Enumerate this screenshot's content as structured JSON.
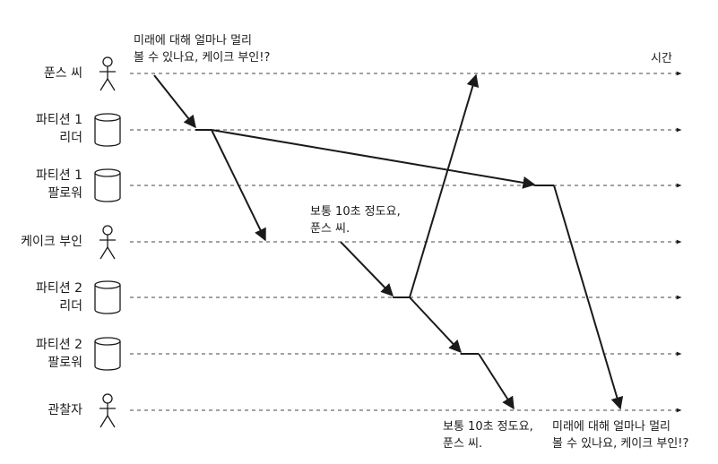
{
  "lanes": [
    {
      "id": "puns",
      "line1": "푼스 씨",
      "line2": "",
      "icon": "person-icon"
    },
    {
      "id": "p1-leader",
      "line1": "파티션 1",
      "line2": "리더",
      "icon": "database-icon"
    },
    {
      "id": "p1-follower",
      "line1": "파티션 1",
      "line2": "팔로워",
      "icon": "database-icon"
    },
    {
      "id": "cake",
      "line1": "케이크 부인",
      "line2": "",
      "icon": "person-icon"
    },
    {
      "id": "p2-leader",
      "line1": "파티션 2",
      "line2": "리더",
      "icon": "database-icon"
    },
    {
      "id": "p2-follower",
      "line1": "파티션 2",
      "line2": "팔로워",
      "icon": "database-icon"
    },
    {
      "id": "observer",
      "line1": "관찰자",
      "line2": "",
      "icon": "person-icon"
    }
  ],
  "time_label": "시간",
  "notes": {
    "question_top": {
      "line1": "미래에 대해 얼마나 멀리",
      "line2": "볼 수 있나요, 케이크 부인!?"
    },
    "answer_mid": {
      "line1": "보통 10초 정도요,",
      "line2": "푼스 씨."
    },
    "answer_bottom": {
      "line1": "보통 10초 정도요,",
      "line2": "푼스 씨."
    },
    "question_bottom": {
      "line1": "미래에 대해 얼마나 멀리",
      "line2": "볼 수 있나요, 케이크 부인!?"
    }
  },
  "colors": {
    "ink": "#1a1a1a",
    "lane_line": "#444444"
  }
}
